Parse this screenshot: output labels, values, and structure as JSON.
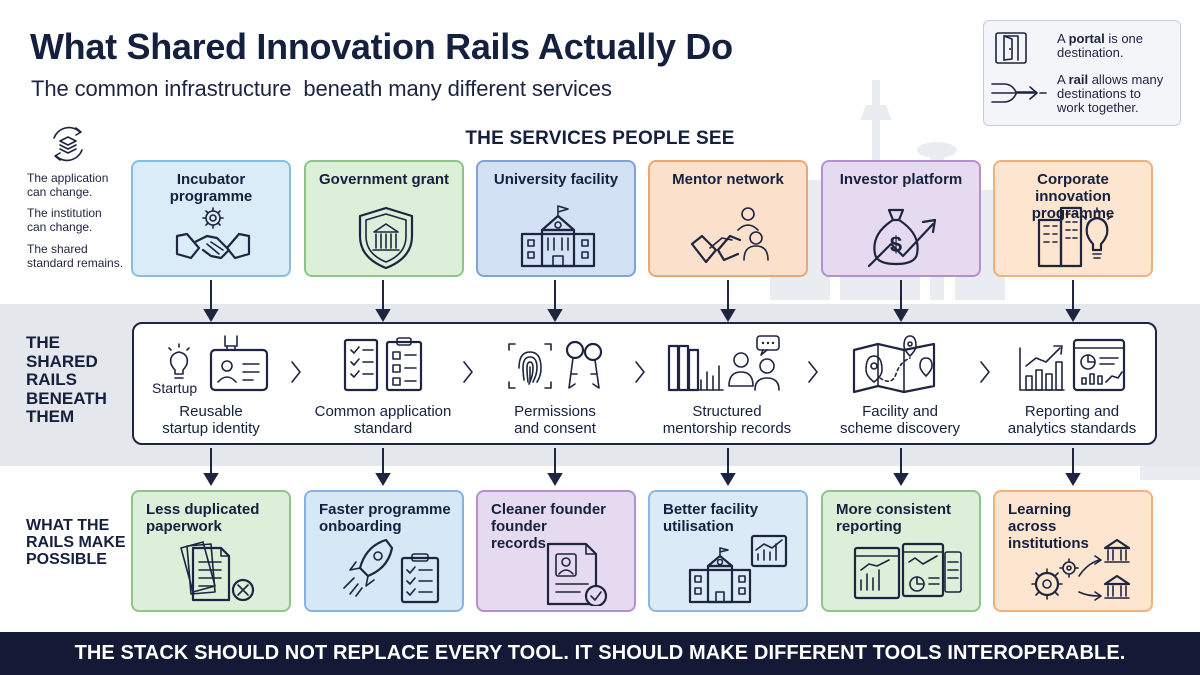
{
  "title": "What Shared Innovation Rails Actually Do",
  "subtitle": "The common infrastructure  beneath many different services",
  "legend": {
    "portal_word": "portal",
    "portal_pre": "A ",
    "portal_post": " is one",
    "portal_line2": "destination.",
    "rail_pre": "A ",
    "rail_word": "rail",
    "rail_post": " allows many",
    "rail_line2": "destinations to",
    "rail_line3": "work together."
  },
  "notes": [
    {
      "line1": "The application",
      "line2": "can change."
    },
    {
      "line1": "The institution",
      "line2": "can change."
    },
    {
      "line1": "The shared",
      "line2": "standard remains."
    }
  ],
  "services_heading": "THE SERVICES PEOPLE SEE",
  "services": [
    {
      "line1": "Incubator",
      "line2": "programme",
      "icon": "handshake-gear-icon"
    },
    {
      "line1": "Government grant",
      "line2": "",
      "icon": "shield-building-icon"
    },
    {
      "line1": "University facility",
      "line2": "",
      "icon": "university-icon"
    },
    {
      "line1": "Mentor network",
      "line2": "",
      "icon": "handshake-people-icon"
    },
    {
      "line1": "Investor platform",
      "line2": "",
      "icon": "money-bag-growth-icon"
    },
    {
      "line1": "Corporate innovation",
      "line2": "programme",
      "icon": "building-lightbulb-icon"
    }
  ],
  "band_label": [
    "THE",
    "SHARED",
    "RAILS",
    "BENEATH",
    "THEM"
  ],
  "rails": [
    {
      "line1": "Reusable",
      "line2": "startup identity",
      "icon": "id-badge-icon",
      "extra": "Startup"
    },
    {
      "line1": "Common application",
      "line2": "standard",
      "icon": "checklist-icon"
    },
    {
      "line1": "Permissions",
      "line2": "and consent",
      "icon": "fingerprint-keys-icon"
    },
    {
      "line1": "Structured",
      "line2": "mentorship records",
      "icon": "books-mentors-icon"
    },
    {
      "line1": "Facility and",
      "line2": "scheme discovery",
      "icon": "map-pins-icon"
    },
    {
      "line1": "Reporting and",
      "line2": "analytics standards",
      "icon": "analytics-charts-icon"
    }
  ],
  "outcomes_label": [
    "WHAT THE",
    "RAILS MAKE",
    "POSSIBLE"
  ],
  "outcomes": [
    {
      "lines": [
        "Less duplicated",
        "paperwork"
      ],
      "icon": "documents-cross-icon"
    },
    {
      "lines": [
        "Faster programme",
        "onboarding"
      ],
      "icon": "rocket-checklist-icon"
    },
    {
      "lines": [
        "Cleaner founder",
        "founder",
        "records"
      ],
      "icon": "profile-document-check-icon"
    },
    {
      "lines": [
        "Better facility",
        "utilisation"
      ],
      "icon": "campus-chart-icon"
    },
    {
      "lines": [
        "More consistent",
        "reporting"
      ],
      "icon": "dashboards-icon"
    },
    {
      "lines": [
        "Learning",
        "across",
        "institutions"
      ],
      "icon": "gears-institutions-icon"
    }
  ],
  "footer": "THE STACK SHOULD NOT REPLACE EVERY TOOL. IT SHOULD MAKE DIFFERENT TOOLS INTEROPERABLE.",
  "colors": {
    "navy": "#15203f",
    "footer_bg": "#141a36",
    "band_bg": "#e4e7ec"
  }
}
